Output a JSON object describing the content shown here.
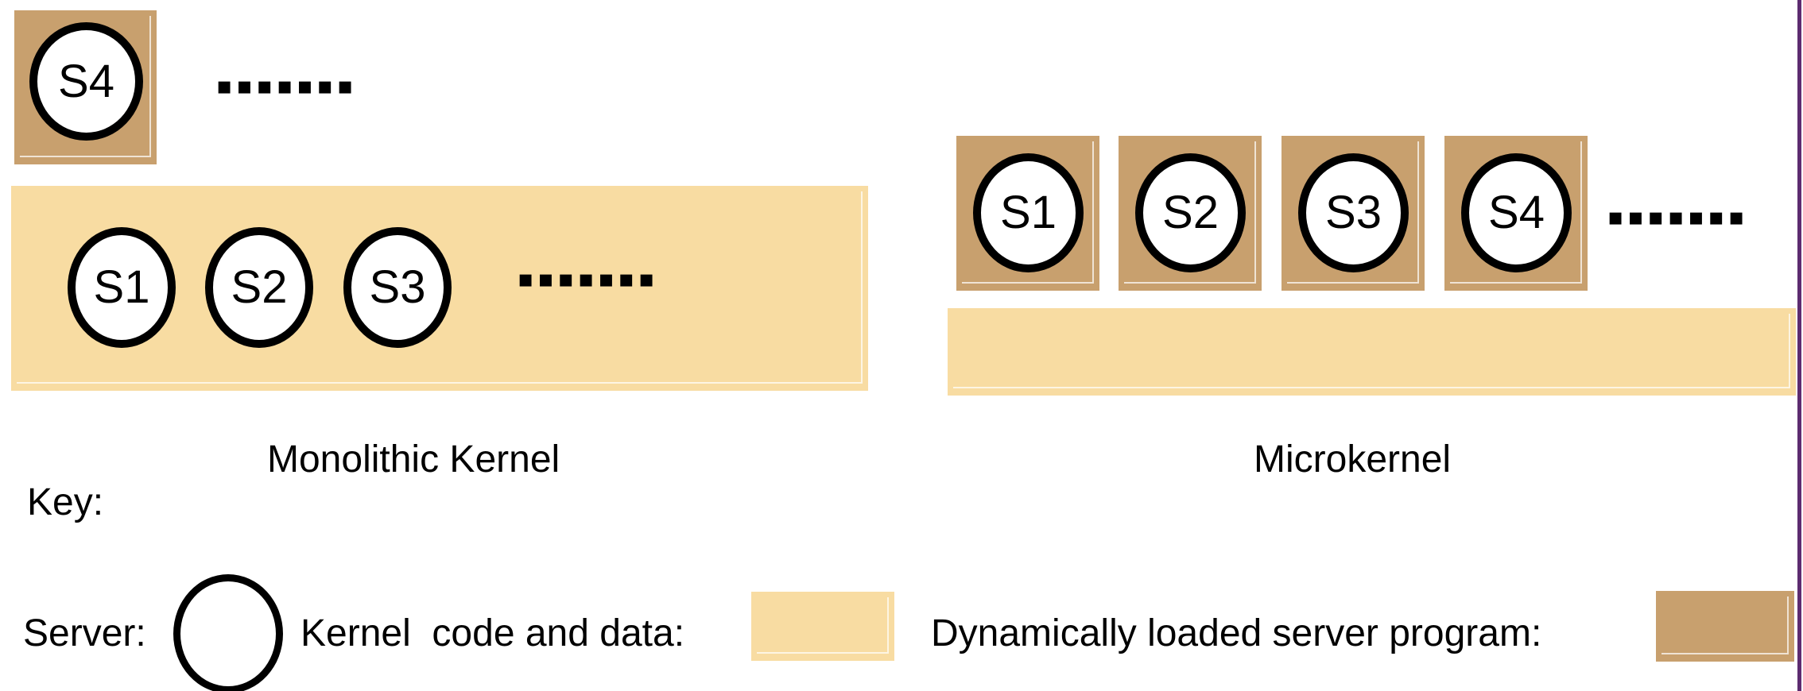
{
  "titles": {
    "monolithic": "Monolithic Kernel",
    "microkernel": "Microkernel"
  },
  "servers": {
    "monolithic_floating": "S4",
    "monolithic": [
      "S1",
      "S2",
      "S3"
    ],
    "microkernel": [
      "S1",
      "S2",
      "S3",
      "S4"
    ]
  },
  "ellipsis": "▪▪▪▪▪▪▪",
  "key": {
    "heading": "Key:",
    "server_label": "Server:",
    "kernel_label": "Kernel  code and data:",
    "dynamic_label": "Dynamically loaded server program:"
  },
  "colors": {
    "server_program_fill": "#C8A06E",
    "kernel_code_fill": "#F8DCA2",
    "outline": "#000000",
    "circle_fill": "#FFFFFF",
    "right_edge_line": "#5C2B70"
  }
}
